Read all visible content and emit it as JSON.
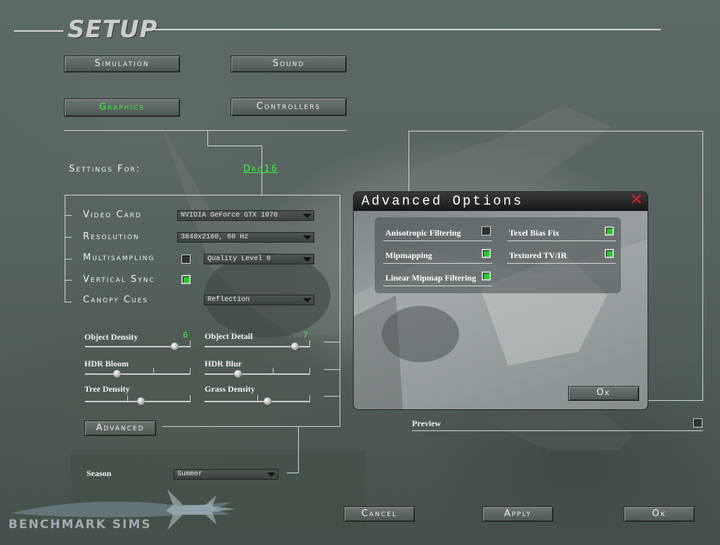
{
  "header": {
    "title": "SETUP"
  },
  "tabs": {
    "simulation": "Simulation",
    "sound": "Sound",
    "graphics": "Graphics",
    "controllers": "Controllers"
  },
  "settings_for": {
    "label": "Settings For:",
    "value": "Dro16"
  },
  "graphics": {
    "video_card": {
      "label": "Video Card",
      "value": "NVIDIA GeForce GTX 1070"
    },
    "resolution": {
      "label": "Resolution",
      "value": "3840x2160, 60 Hz"
    },
    "multisampling": {
      "label": "Multisampling",
      "checked": false,
      "value": "Quality Level 0"
    },
    "vertical_sync": {
      "label": "Vertical Sync",
      "checked": true
    },
    "canopy_cues": {
      "label": "Canopy Cues",
      "value": "Reflection"
    }
  },
  "sliders": {
    "object_density": {
      "label": "Object Density",
      "value": "6"
    },
    "object_detail": {
      "label": "Object Detail",
      "value": "7"
    },
    "hdr_bloom": {
      "label": "HDR Bloom"
    },
    "hdr_blur": {
      "label": "HDR Blur"
    },
    "tree_density": {
      "label": "Tree Density"
    },
    "grass_density": {
      "label": "Grass Density"
    }
  },
  "advanced_button": "Advanced",
  "season": {
    "label": "Season",
    "value": "Summer"
  },
  "preview": {
    "label": "Preview",
    "checked": false
  },
  "footer": {
    "cancel": "Cancel",
    "apply": "Apply",
    "ok": "Ok"
  },
  "logo": {
    "text": "BENCHMARK SIMS"
  },
  "dialog": {
    "title": "Advanced Options",
    "options": {
      "anisotropic": {
        "label": "Anisotropic Filtering",
        "checked": false
      },
      "texel_bias": {
        "label": "Texel Bias Fix",
        "checked": true
      },
      "mipmapping": {
        "label": "Mipmapping",
        "checked": true
      },
      "textured_tvir": {
        "label": "Textured TV/IR",
        "checked": true
      },
      "linear_mipmap": {
        "label": "Linear Mipmap Filtering",
        "checked": true
      }
    },
    "ok": "Ok"
  },
  "colors": {
    "accent_green": "#3cf03c",
    "check_on": "#1fcf2a",
    "close_red": "#e02020"
  }
}
